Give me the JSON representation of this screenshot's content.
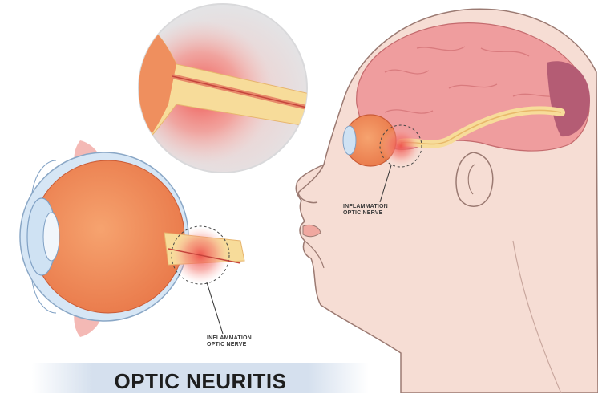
{
  "title": "OPTIC NEURITIS",
  "head_label": {
    "line1": "INFLAMMATION",
    "line2": "OPTIC NERVE"
  },
  "eye_label": {
    "line1": "INFLAMMATION",
    "line2": "OPTIC NERVE"
  },
  "colors": {
    "skin": "#f6ddd4",
    "skin_outline": "#9b7a72",
    "brain": "#ef9d9e",
    "cerebellum": "#b45c74",
    "nerve": "#f7dc9a",
    "eyeball": "#ef8f5e",
    "inflammation": "#ee6a5e",
    "title_band": "#d5e0ee"
  }
}
